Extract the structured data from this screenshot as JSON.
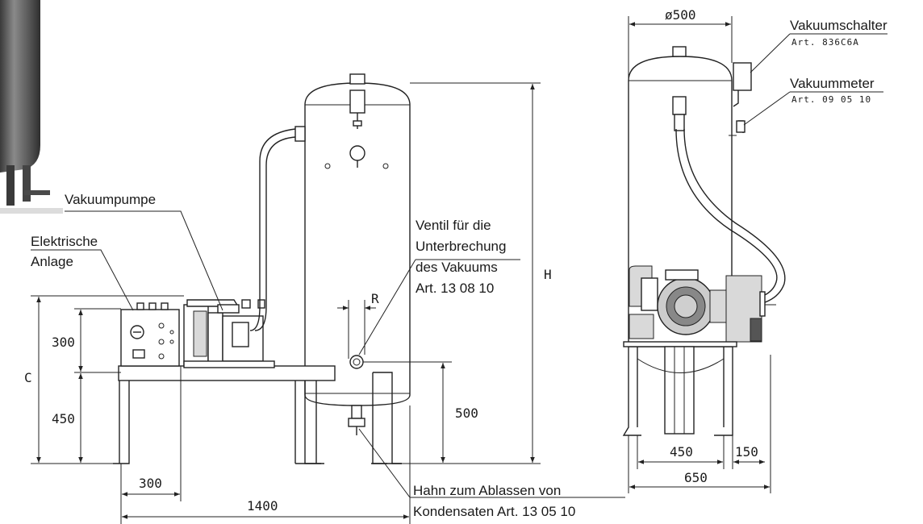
{
  "labels": {
    "vakuumpumpe": "Vakuumpumpe",
    "elektrische_1": "Elektrische",
    "elektrische_2": "Anlage",
    "ventil_1": "Ventil für die",
    "ventil_2": "Unterbrechung",
    "ventil_3": "des Vakuums",
    "ventil_4": "Art. 13 08 10",
    "hahn_1": "Hahn zum Ablassen von",
    "hahn_2": "Kondensaten Art. 13 05 10",
    "vakuumschalter": "Vakuumschalter",
    "vakuumschalter_art": "Art. 836C6A",
    "vakuummeter": "Vakuummeter",
    "vakuummeter_art": "Art. 09 05 10"
  },
  "dimensions": {
    "h": "H",
    "c": "C",
    "r": "R",
    "d300_top": "300",
    "d450_left": "450",
    "d500": "500",
    "d300_bottom": "300",
    "d1400": "1400",
    "phi500": "ø500",
    "d450_side": "450",
    "d150": "150",
    "d650": "650"
  }
}
